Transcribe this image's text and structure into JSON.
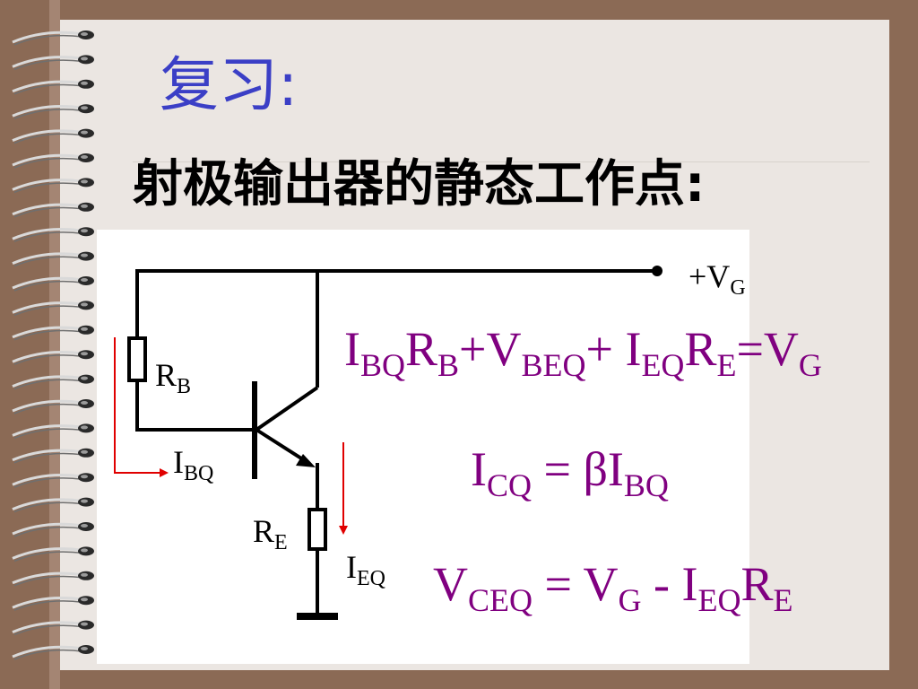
{
  "title": "复习:",
  "subtitle": "射极输出器的静态工作点:",
  "labels": {
    "supply": {
      "base": "+V",
      "sub": "G"
    },
    "rb": {
      "base": "R",
      "sub": "B"
    },
    "ibq": {
      "base": "I",
      "sub": "BQ"
    },
    "re": {
      "base": "R",
      "sub": "E"
    },
    "ieq": {
      "base": "I",
      "sub": "EQ"
    }
  },
  "equations": {
    "eq1": {
      "t1": "I",
      "s1": "BQ",
      "t2": "R",
      "s2": "B",
      "t3": "+V",
      "s3": "BEQ",
      "t4": "+ I",
      "s4": "EQ",
      "t5": "R",
      "s5": "E",
      "t6": "=V",
      "s6": "G"
    },
    "eq2": {
      "t1": "I",
      "s1": "CQ",
      "t2": " = βI",
      "s2": "BQ"
    },
    "eq3": {
      "t1": "V",
      "s1": "CEQ",
      "t2": " = V",
      "s2": "G",
      "t3": " - I",
      "s3": "EQ",
      "t4": "R",
      "s4": "E"
    }
  },
  "colors": {
    "background": "#8b6a55",
    "page": "#ebe6e2",
    "title": "#3b3fc6",
    "equation": "#800080",
    "arrow": "#e00000"
  }
}
